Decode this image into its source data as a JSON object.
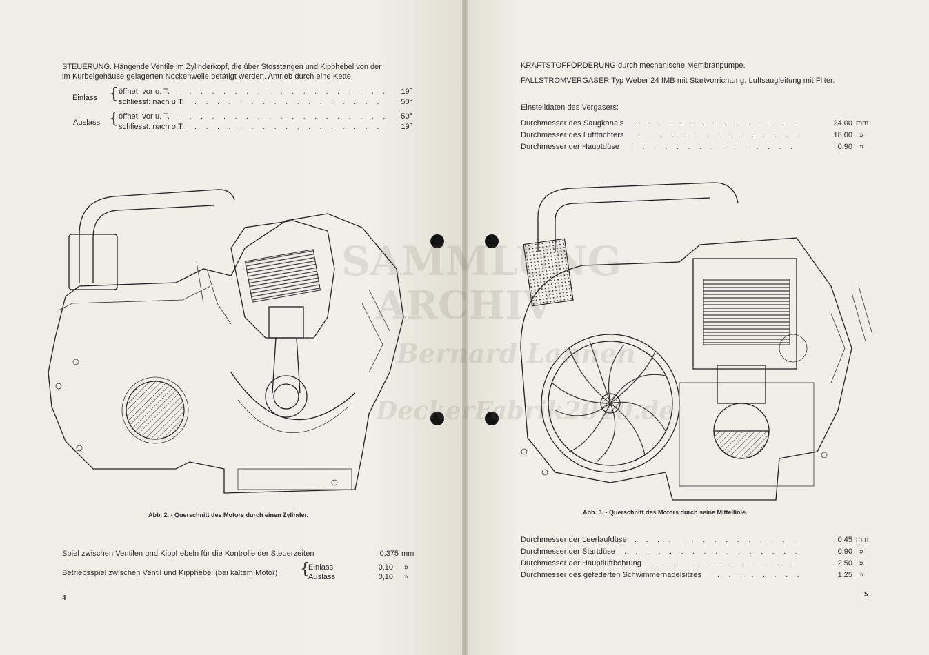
{
  "left": {
    "steuerung_heading": "STEUERUNG.",
    "steuerung_line1": "Hängende Ventile im Zylinderkopf, die über Stosstangen und Kipphebel von der",
    "steuerung_line2": "im Kurbelgehäuse gelagerten Nockenwelle betätigt werden. Antrieb durch eine Kette.",
    "einlass_label": "Einlass",
    "auslass_label": "Auslass",
    "timing_rows": [
      {
        "label": "öffnet: vor o. T.",
        "value": "19°"
      },
      {
        "label": "schliesst: nach u.T.",
        "value": "50°"
      },
      {
        "label": "öffnet: vor u. T.",
        "value": "50°"
      },
      {
        "label": "schliesst: nach o.T.",
        "value": "19°"
      }
    ],
    "caption": "Abb. 2. - Querschnitt des Motors durch einen Zylinder.",
    "spiel_label": "Spiel zwischen Ventilen und Kipphebeln für die Kontrolle der Steuerzeiten",
    "spiel_value": "0,375",
    "spiel_unit": "mm",
    "betrieb_label": "Betriebsspiel zwischen Ventil und Kipphebel (bei kaltem Motor)",
    "betrieb_rows": [
      {
        "label": "Einlass",
        "value": "0,10",
        "unit": "»"
      },
      {
        "label": "Auslass",
        "value": "0,10",
        "unit": "»"
      }
    ],
    "page_number": "4"
  },
  "right": {
    "line1": "KRAFTSTOFFÖRDERUNG durch mechanische Membranpumpe.",
    "line2": "FALLSTROMVERGASER Typ Weber 24 IMB mit Startvorrichtung. Luftsaugleitung mit Filter.",
    "einstell_heading": "Einstelldaten des Vergasers:",
    "top_rows": [
      {
        "label": "Durchmesser des Saugkanals",
        "value": "24,00",
        "unit": "mm"
      },
      {
        "label": "Durchmesser des Lufttrichters",
        "value": "18,00",
        "unit": "»"
      },
      {
        "label": "Durchmesser der Hauptdüse",
        "value": "0,90",
        "unit": "»"
      }
    ],
    "caption": "Abb. 3. - Querschnitt des Motors durch seine Mittellinie.",
    "bottom_rows": [
      {
        "label": "Durchmesser der Leerlaufdüse",
        "value": "0,45",
        "unit": "mm"
      },
      {
        "label": "Durchmesser der Startdüse",
        "value": "0,90",
        "unit": "»"
      },
      {
        "label": "Durchmesser der Hauptluftbohrung",
        "value": "2,50",
        "unit": "»"
      },
      {
        "label": "Durchmesser des gefederten Schwimmernadelsitzes",
        "value": "1,25",
        "unit": "»"
      }
    ],
    "page_number": "5"
  },
  "dot_leader": ". . . . . . . . . . . . . . . . . . . . . . . . . . . . . . . . . . . . . . . . . . . . . . . . . .",
  "watermark": {
    "line1": "SAMMLUNG",
    "line2": "ARCHIV",
    "line3": "Bernard Lannen",
    "line4": "DeckerFabrik2010.de"
  }
}
